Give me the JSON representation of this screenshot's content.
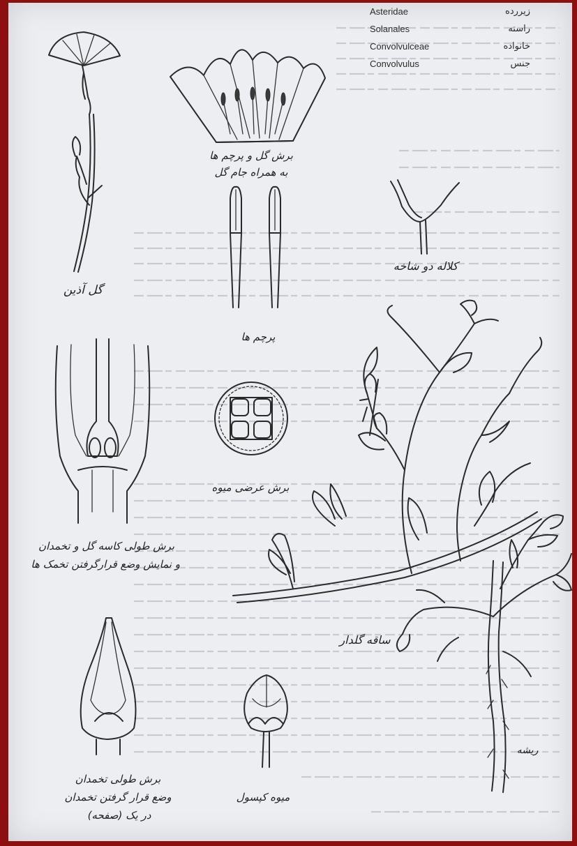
{
  "taxonomy": [
    {
      "latin": "Asteridae",
      "persian": "زیررده"
    },
    {
      "latin": "Solanales",
      "persian": "راسته"
    },
    {
      "latin": "Convolvulceae",
      "persian": "خانواده"
    },
    {
      "latin": "Convolvulus",
      "persian": "جنس"
    }
  ],
  "captions": {
    "flower": "گل آذین",
    "corolla_line1": "برش گل و پرچم ها",
    "corolla_line2": "به همراه جام گل",
    "stigma": "کلاله دو شاخه",
    "stamens": "پرچم ها",
    "ovary_section": "برش عرضی میوه",
    "longitudinal_line1": "برش طولی کاسه گل و تخمدان",
    "longitudinal_line2": "و نمایش وضع قرارگرفتن تخمک ها",
    "stem": "ساقه گلدار",
    "pistil_line1": "برش طولی تخمدان",
    "pistil_line2": "وضع قرار گرفتن تخمدان",
    "pistil_line3": "در یک (صفحه)",
    "capsule": "میوه کپسول",
    "root": "ریشه"
  }
}
